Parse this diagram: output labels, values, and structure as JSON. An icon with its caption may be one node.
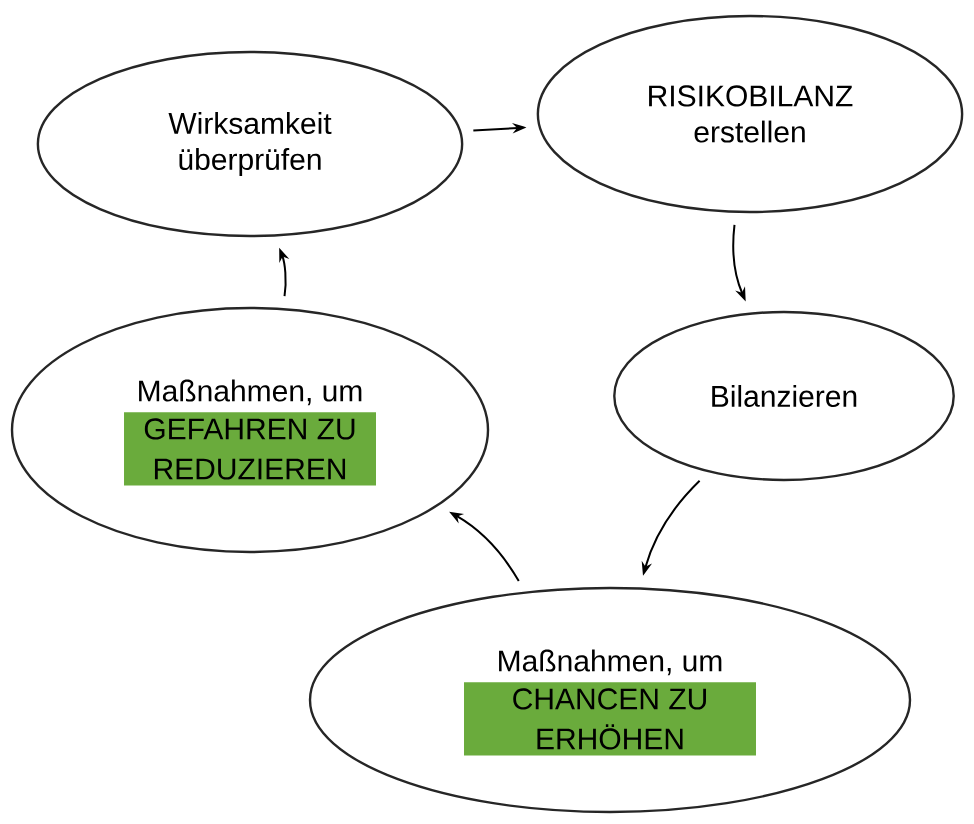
{
  "diagram": {
    "nodes": [
      {
        "text": [
          "Wirksamkeit überprüfen"
        ]
      },
      {
        "text": [
          "RISIKOBILANZ erstellen"
        ]
      },
      {
        "text": [
          "Bilanzieren"
        ]
      },
      {
        "text": [
          "Maßnahmen, um",
          "GEFAHREN ZU REDUZIEREN"
        ]
      },
      {
        "text": [
          "Maßnahmen, um",
          "CHANCEN ZU ERHÖHEN"
        ]
      }
    ],
    "edges": [
      {
        "from": 0,
        "to": 1,
        "arrow": "to"
      },
      {
        "from": 1,
        "to": 2,
        "arrow": "to"
      },
      {
        "from": 2,
        "to": 4,
        "arrow": "to"
      },
      {
        "from": 4,
        "to": 3,
        "arrow": "to"
      },
      {
        "from": 3,
        "to": 0,
        "arrow": "to"
      }
    ]
  }
}
